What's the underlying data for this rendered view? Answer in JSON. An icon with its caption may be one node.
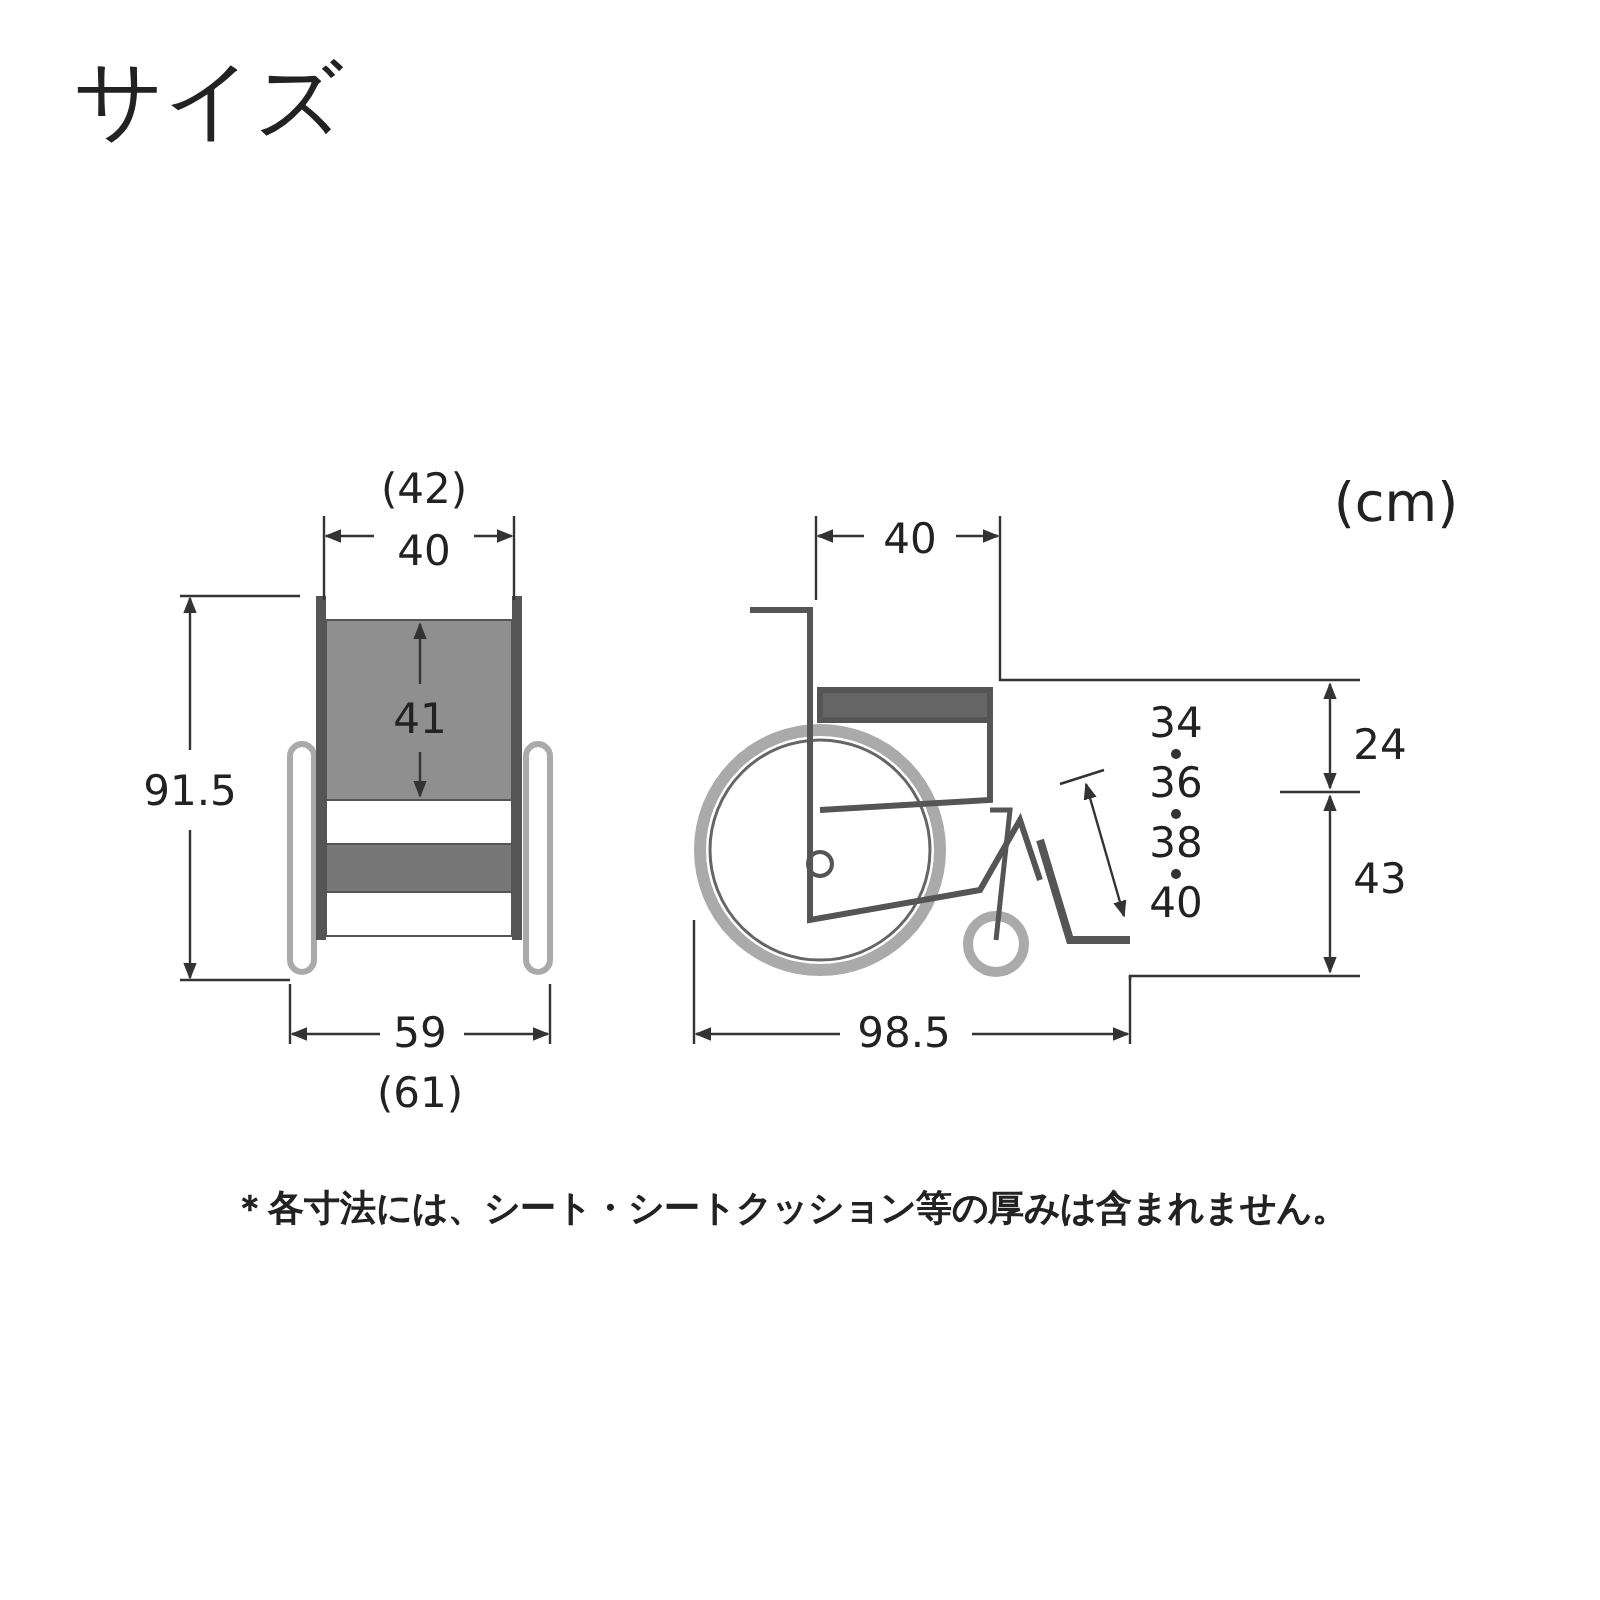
{
  "diagram": {
    "title": "サイズ",
    "caption": "＊各寸法には、シート・シートクッション等の厚みは含まれません。",
    "labels": [
      "(42)",
      "(cm)",
      "40",
      "40",
      "41",
      "34",
      "24",
      "91.5",
      "36",
      "38",
      "40",
      "43",
      "59",
      "98.5",
      "(61)"
    ]
  }
}
